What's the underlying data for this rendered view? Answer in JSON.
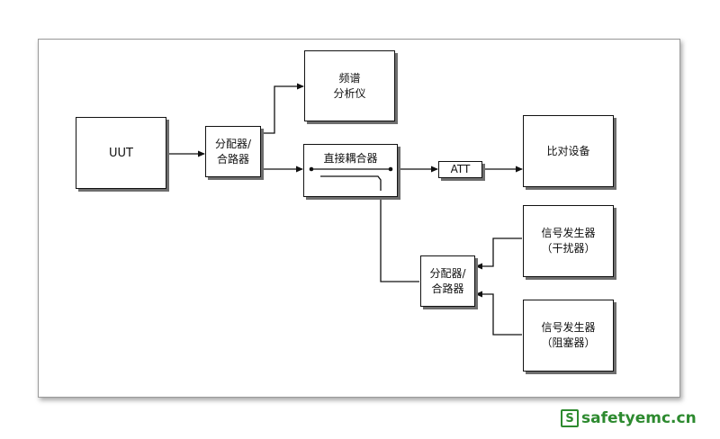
{
  "blocks": {
    "uut": "UUT",
    "splitter1": [
      "分配器/",
      "合路器"
    ],
    "spectrum": [
      "频谱",
      "分析仪"
    ],
    "coupler": "直接耦合器",
    "att": "ATT",
    "comparator": "比对设备",
    "splitter2": [
      "分配器/",
      "合路器"
    ],
    "siggen1": [
      "信号发生器",
      "（干扰器）"
    ],
    "siggen2": [
      "信号发生器",
      "（阻塞器）"
    ]
  },
  "watermark": {
    "logo": "S",
    "text": "safetyemc.cn"
  }
}
